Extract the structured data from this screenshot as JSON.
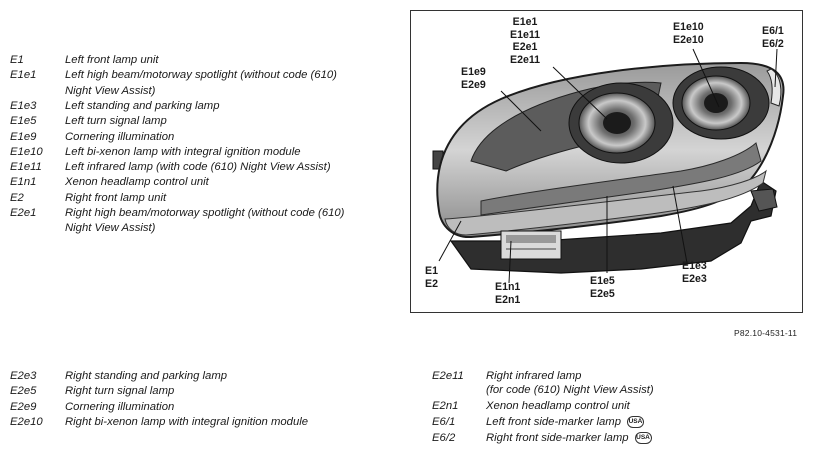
{
  "legend_top": [
    {
      "code": "E1",
      "desc": [
        "Left front lamp unit"
      ]
    },
    {
      "code": "E1e1",
      "desc": [
        "Left high beam/motorway spotlight (without code (610)",
        "Night View Assist)"
      ]
    },
    {
      "code": "E1e3",
      "desc": [
        "Left standing and parking lamp"
      ]
    },
    {
      "code": "E1e5",
      "desc": [
        "Left turn signal lamp"
      ]
    },
    {
      "code": "E1e9",
      "desc": [
        "Cornering illumination"
      ]
    },
    {
      "code": "E1e10",
      "desc": [
        "Left bi-xenon lamp with integral ignition module"
      ]
    },
    {
      "code": "E1e11",
      "desc": [
        "Left infrared lamp (with code (610) Night View Assist)"
      ]
    },
    {
      "code": "E1n1",
      "desc": [
        "Xenon headlamp control unit"
      ]
    },
    {
      "code": "E2",
      "desc": [
        "Right front lamp unit"
      ]
    },
    {
      "code": "E2e1",
      "desc": [
        "Right high beam/motorway spotlight (without code (610)",
        "Night View Assist)"
      ]
    }
  ],
  "legend_bottom_left": [
    {
      "code": "E2e3",
      "desc": [
        "Right standing and parking lamp"
      ]
    },
    {
      "code": "E2e5",
      "desc": [
        "Right turn signal lamp"
      ]
    },
    {
      "code": "E2e9",
      "desc": [
        "Cornering illumination"
      ]
    },
    {
      "code": "E2e10",
      "desc": [
        "Right bi-xenon lamp with integral ignition module"
      ]
    }
  ],
  "legend_bottom_right": [
    {
      "code": "E2e11",
      "desc": [
        "Right infrared lamp",
        "(for code (610) Night View Assist)"
      ]
    },
    {
      "code": "E2n1",
      "desc": [
        "Xenon headlamp control unit"
      ]
    },
    {
      "code": "E6/1",
      "desc": [
        "Left front side-marker lamp"
      ],
      "badge": "USA"
    },
    {
      "code": "E6/2",
      "desc": [
        "Right front side-marker lamp"
      ],
      "badge": "USA"
    }
  ],
  "callouts": {
    "e1e1": [
      "E1e1",
      "E1e11",
      "E2e1",
      "E2e11"
    ],
    "e1e10": [
      "E1e10",
      "E2e10"
    ],
    "e6": [
      "E6/1",
      "E6/2"
    ],
    "e1e9": [
      "E1e9",
      "E2e9"
    ],
    "e1": [
      "E1",
      "E2"
    ],
    "e1n1": [
      "E1n1",
      "E2n1"
    ],
    "e1e5": [
      "E1e5",
      "E2e5"
    ],
    "e1e3": [
      "E1e3",
      "E2e3"
    ]
  },
  "figure_ref": "P82.10-4531-11",
  "colors": {
    "ink": "#1a1a1a",
    "frame": "#333333",
    "lamp_body": "#3a3a3a",
    "lens": "#d9d9d9"
  }
}
